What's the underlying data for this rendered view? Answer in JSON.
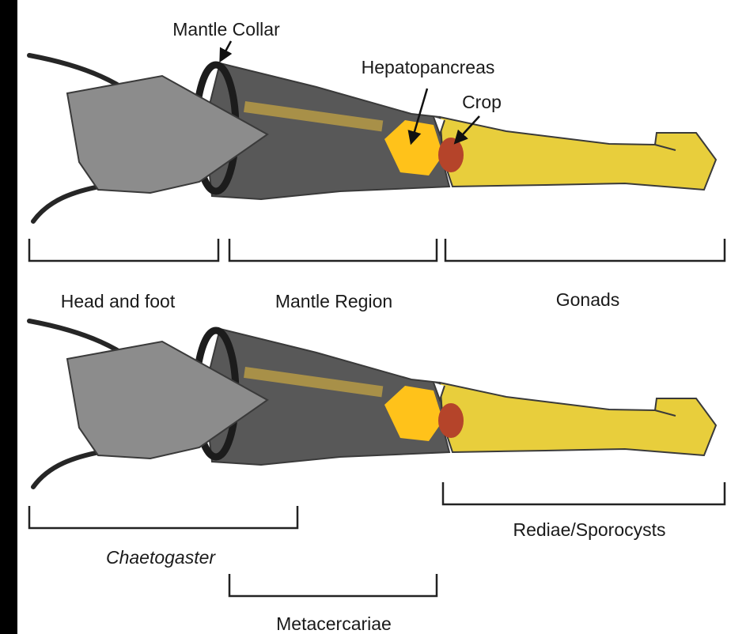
{
  "labels": {
    "mantle_collar": "Mantle Collar",
    "hepatopancreas": "Hepatopancreas",
    "crop": "Crop",
    "head_and_foot": "Head and foot",
    "mantle_region": "Mantle Region",
    "gonads": "Gonads",
    "chaetogaster": "Chaetogaster",
    "metacercariae": "Metacercariae",
    "rediae_sporocysts": "Rediae/Sporocysts"
  },
  "colors": {
    "frame_border": "#000000",
    "canvas": "#ffffff",
    "head_fill": "#8c8c8c",
    "mantle_fill": "#585858",
    "collar_stroke": "#1c1c1c",
    "stripe": "#a89048",
    "hepatopancreas": "#ffc21a",
    "gonad": "#e8ce3c",
    "crop": "#b5442a",
    "tentacle": "#262626",
    "outline": "#3a3a3a"
  }
}
